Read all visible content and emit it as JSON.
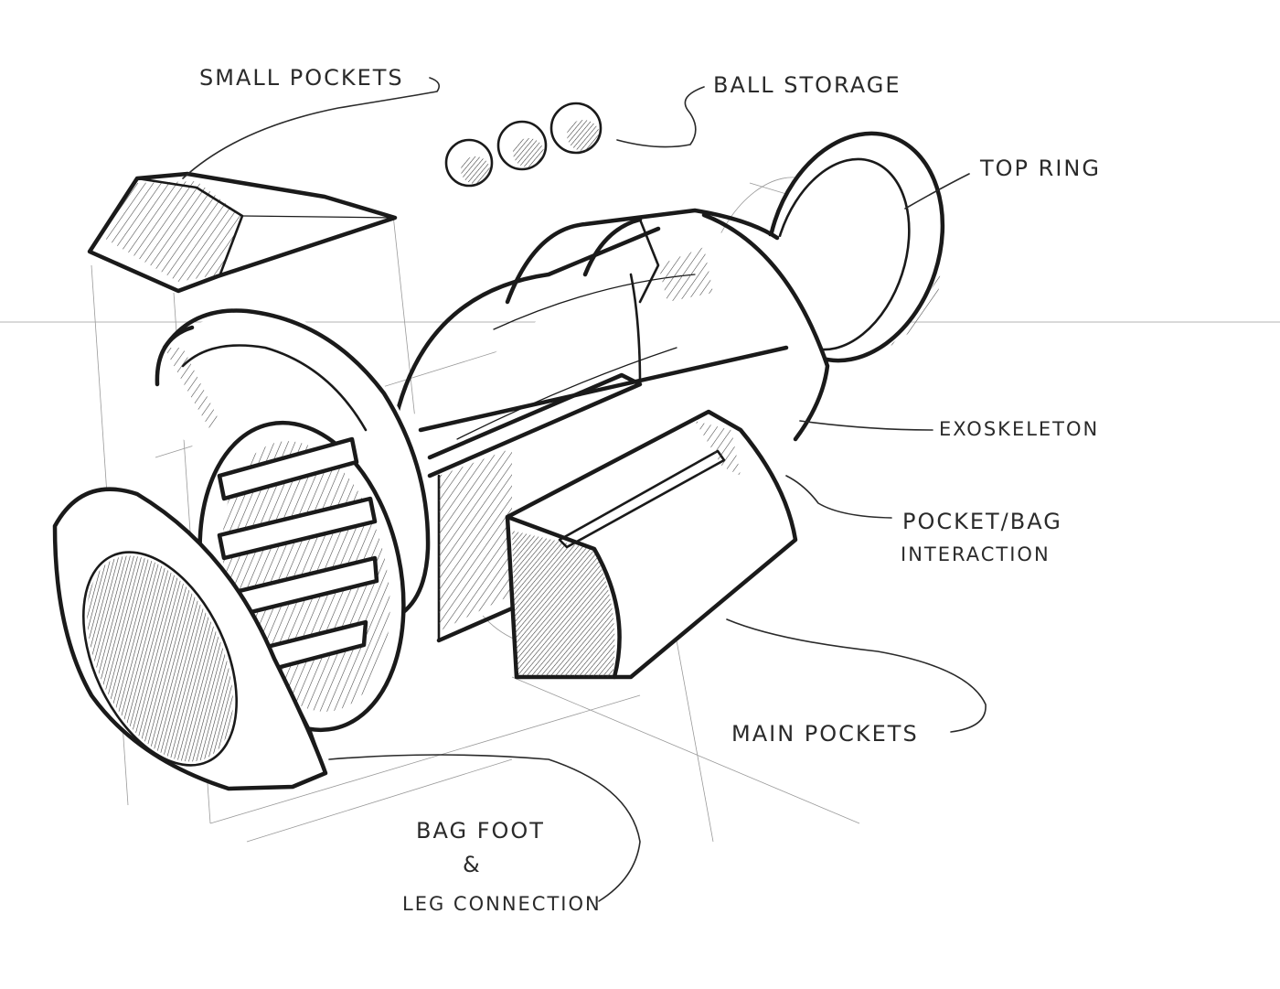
{
  "labels": {
    "small_pockets": "SMALL POCKETS",
    "ball_storage": "BALL STORAGE",
    "top_ring": "TOP RING",
    "exoskeleton": "EXOSKELETON",
    "pocket_bag_line1": "POCKET/BAG",
    "pocket_bag_line2": "INTERACTION",
    "main_pockets": "MAIN POCKETS",
    "bag_foot_line1": "BAG FOOT",
    "bag_foot_line2": "&",
    "bag_foot_line3": "LEG CONNECTION"
  },
  "colors": {
    "ink": "#1a1a1a",
    "paper": "#ffffff"
  }
}
